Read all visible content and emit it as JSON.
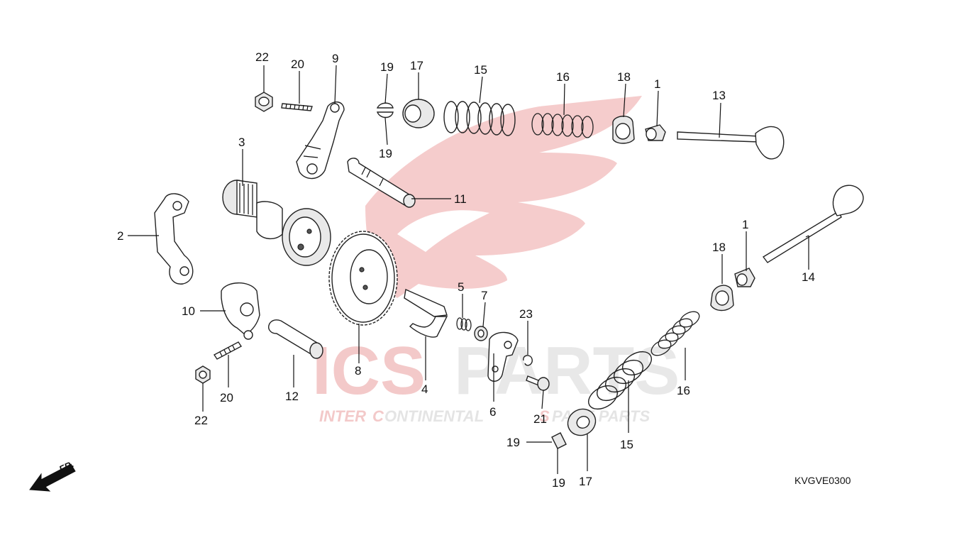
{
  "watermark": {
    "brand_red": "ICS",
    "brand_gray": "PARTS",
    "tagline_red_1": "INTER",
    "tagline_gray_1": "",
    "tagline_red_2": "C",
    "tagline_gray_2": "ONTINENTAL",
    "tagline_red_3": "S",
    "tagline_gray_3": "PARE PARTS",
    "colors": {
      "red": "#e8a0a0",
      "gray": "#e2e2e2"
    }
  },
  "diagram_code": "KVGVE0300",
  "front_marker": "FR.",
  "callouts": [
    {
      "id": "22a",
      "text": "22"
    },
    {
      "id": "20a",
      "text": "20"
    },
    {
      "id": "9",
      "text": "9"
    },
    {
      "id": "19a",
      "text": "19"
    },
    {
      "id": "17a",
      "text": "17"
    },
    {
      "id": "15a",
      "text": "15"
    },
    {
      "id": "16a",
      "text": "16"
    },
    {
      "id": "18a",
      "text": "18"
    },
    {
      "id": "1a",
      "text": "1"
    },
    {
      "id": "13",
      "text": "13"
    },
    {
      "id": "19b",
      "text": "19"
    },
    {
      "id": "3",
      "text": "3"
    },
    {
      "id": "11",
      "text": "11"
    },
    {
      "id": "2",
      "text": "2"
    },
    {
      "id": "1b",
      "text": "1"
    },
    {
      "id": "18b",
      "text": "18"
    },
    {
      "id": "14",
      "text": "14"
    },
    {
      "id": "5",
      "text": "5"
    },
    {
      "id": "7",
      "text": "7"
    },
    {
      "id": "23",
      "text": "23"
    },
    {
      "id": "10",
      "text": "10"
    },
    {
      "id": "8",
      "text": "8"
    },
    {
      "id": "4",
      "text": "4"
    },
    {
      "id": "20b",
      "text": "20"
    },
    {
      "id": "12",
      "text": "12"
    },
    {
      "id": "6",
      "text": "6"
    },
    {
      "id": "21",
      "text": "21"
    },
    {
      "id": "16b",
      "text": "16"
    },
    {
      "id": "22b",
      "text": "22"
    },
    {
      "id": "15b",
      "text": "15"
    },
    {
      "id": "19c",
      "text": "19"
    },
    {
      "id": "19d",
      "text": "19"
    },
    {
      "id": "17b",
      "text": "17"
    }
  ]
}
